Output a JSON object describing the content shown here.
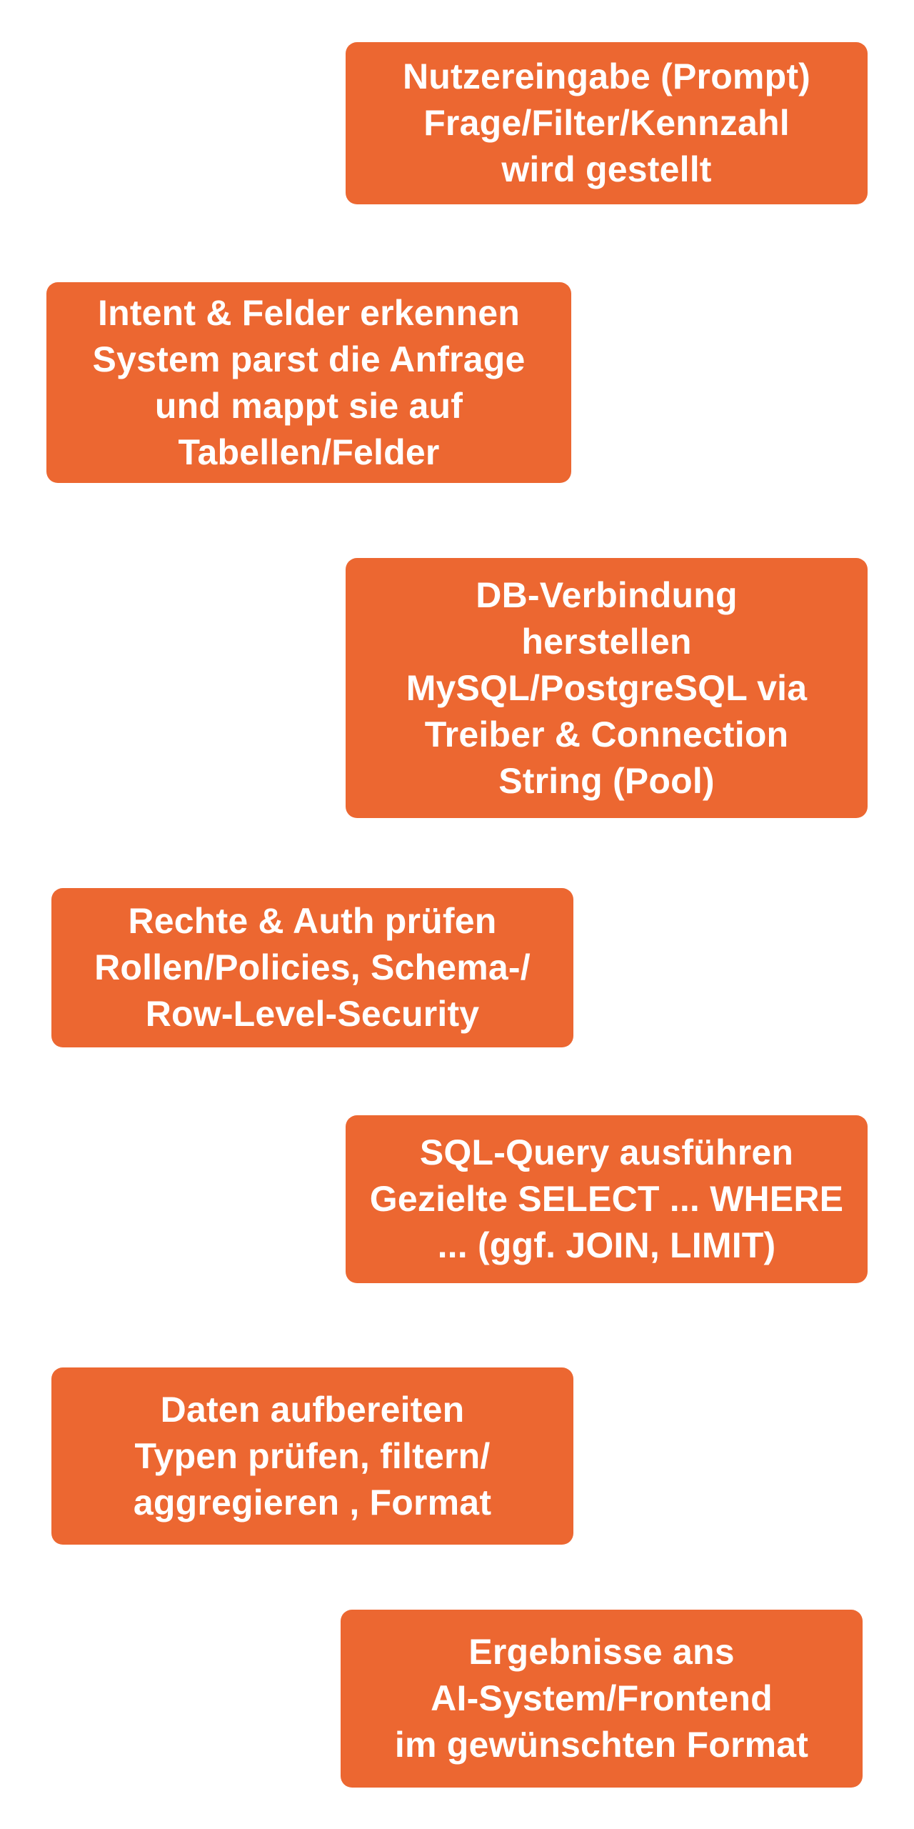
{
  "diagram": {
    "type": "flow-steps",
    "accent_color": "#EC6731",
    "text_color": "#FFFFFF",
    "background_color": "#FFFFFF",
    "steps": [
      {
        "title": "Nutzereingabe (Prompt)",
        "lines": [
          "Nutzereingabe (Prompt)",
          "Frage/Filter/Kennzahl",
          "wird gestellt"
        ]
      },
      {
        "title": "Intent & Felder erkennen",
        "lines": [
          "Intent & Felder erkennen",
          "System parst die Anfrage",
          "und mappt sie auf",
          "Tabellen/Felder"
        ]
      },
      {
        "title": "DB-Verbindung herstellen",
        "lines": [
          "DB-Verbindung",
          "herstellen",
          "MySQL/PostgreSQL via",
          "Treiber & Connection",
          "String (Pool)"
        ]
      },
      {
        "title": "Rechte & Auth prüfen",
        "lines": [
          "Rechte & Auth prüfen",
          "Rollen/Policies, Schema-/",
          "Row-Level-Security"
        ]
      },
      {
        "title": "SQL-Query ausführen",
        "lines": [
          "SQL-Query ausführen",
          "Gezielte SELECT ... WHERE",
          "... (ggf. JOIN, LIMIT)"
        ]
      },
      {
        "title": "Daten aufbereiten",
        "lines": [
          "Daten aufbereiten",
          "Typen prüfen, filtern/",
          "aggregieren , Format"
        ]
      },
      {
        "title": "Ergebnisse ans AI-System/Frontend",
        "lines": [
          "Ergebnisse ans",
          "AI-System/Frontend",
          "im gewünschten Format"
        ]
      }
    ]
  }
}
